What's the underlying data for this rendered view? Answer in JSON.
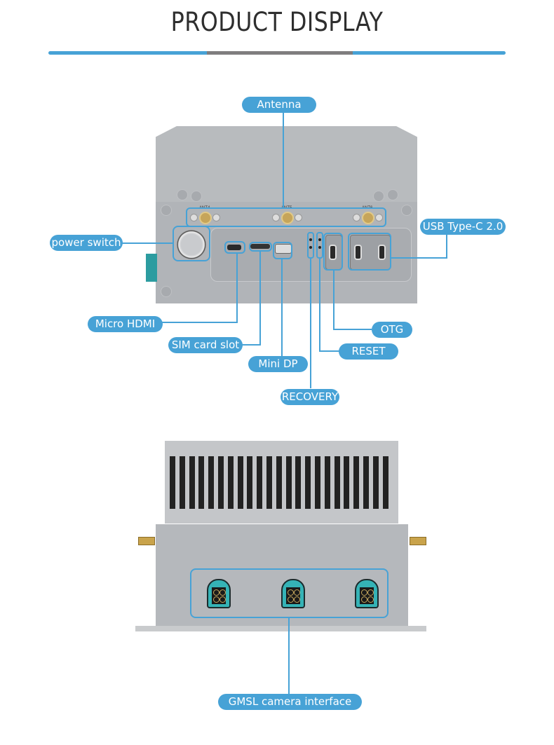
{
  "header": {
    "title": "PRODUCT DISPLAY",
    "bar_colors": {
      "left": "#47a2d6",
      "middle": "#7f7d7e",
      "right": "#47a2d6"
    }
  },
  "accent_color": "#47a2d6",
  "front_view": {
    "device_labels": {
      "ant4": "ANT4",
      "ant5": "ANT5",
      "ant6": "ANT6"
    },
    "callouts": {
      "antenna": "Antenna",
      "power_switch": "power switch",
      "usb_type_c": "USB Type-C 2.0",
      "micro_hdmi": "Micro HDMI",
      "sim_card_slot": "SIM card slot",
      "mini_dp": "Mini DP",
      "recovery": "RECOVERY",
      "reset": "RESET",
      "otg": "OTG"
    }
  },
  "rear_view": {
    "callouts": {
      "gmsl": "GMSL camera interface"
    },
    "gmsl_connector_count": 3
  }
}
